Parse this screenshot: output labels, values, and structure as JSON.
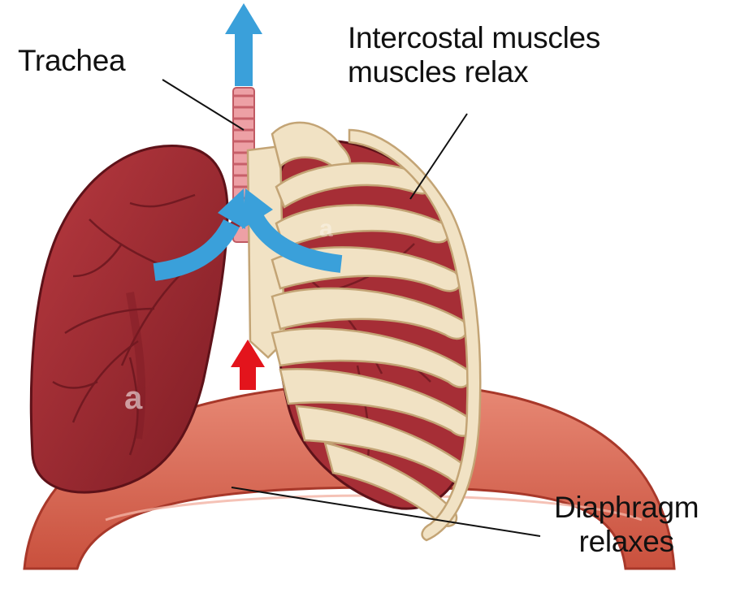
{
  "labels": {
    "trachea": "Trachea",
    "intercostal_line1": "Intercostal muscles",
    "intercostal_line2": "muscles relax",
    "diaphragm_line1": "Diaphragm",
    "diaphragm_line2": "relaxes"
  },
  "watermark": "a",
  "colors": {
    "lung": "#9e2a31",
    "lung_dark": "#6e1820",
    "lung_vessel": "#7a1a22",
    "diaphragm": "#d96552",
    "diaphragm_dark": "#b9432f",
    "rib_bone": "#f0e1c2",
    "rib_outline": "#c9ab7c",
    "trachea": "#e8818a",
    "air_arrow_blue": "#3a9fd9",
    "pressure_arrow_red": "#e3141c"
  },
  "icons": {
    "air_out": "blue-arrow-up-icon",
    "pressure": "red-arrow-up-icon"
  }
}
